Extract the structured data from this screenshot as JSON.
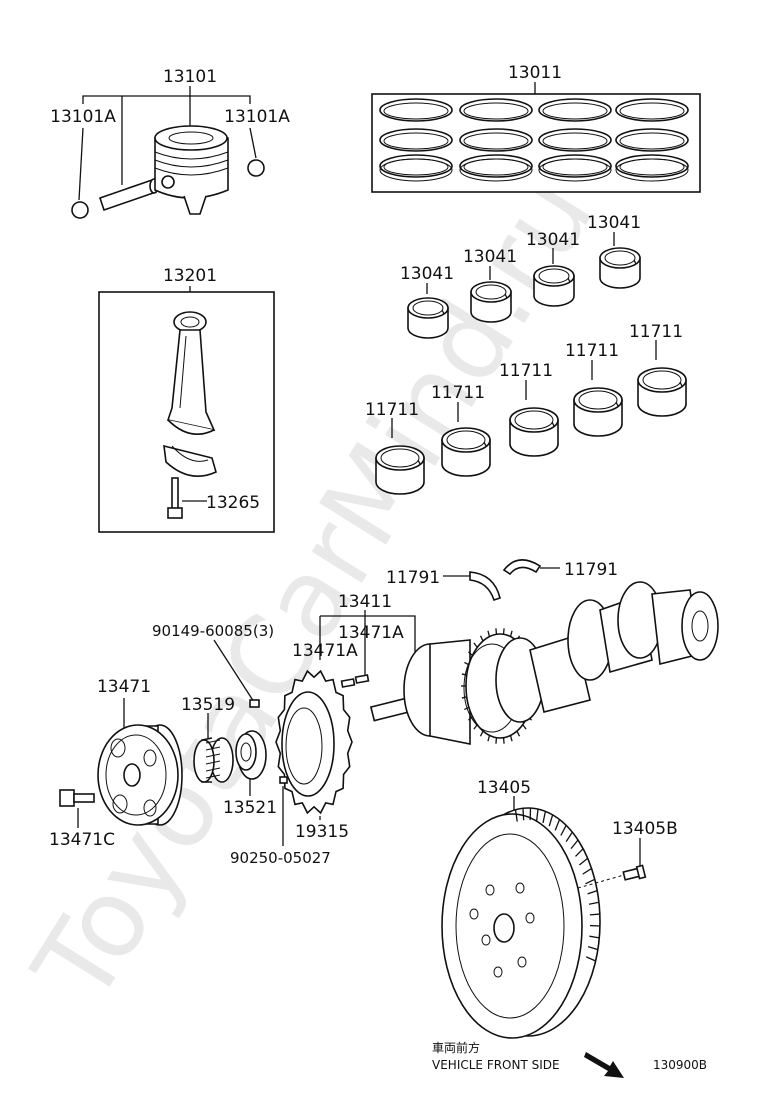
{
  "watermark": "ToyotaCarMind.ru",
  "labels": {
    "piston": "13101",
    "snap_ring_left": "13101A",
    "snap_ring_right": "13101A",
    "piston_rings": "13011",
    "conrod": "13201",
    "conrod_bolt": "13265",
    "conrod_bearing_1": "13041",
    "conrod_bearing_2": "13041",
    "conrod_bearing_3": "13041",
    "conrod_bearing_4": "13041",
    "main_bearing_1": "11711",
    "main_bearing_2": "11711",
    "main_bearing_3": "11711",
    "main_bearing_4": "11711",
    "main_bearing_5": "11711",
    "thrust_washer_left": "11791",
    "thrust_washer_right": "11791",
    "crankshaft": "13411",
    "key_1": "13471A",
    "key_2": "13471A",
    "pin_screw": "90149-60085(3)",
    "pulley": "13471",
    "pulley_bolt": "13471C",
    "gear_13519": "13519",
    "gear_13521": "13521",
    "sprocket": "19315",
    "pin_90250": "90250-05027",
    "flywheel": "13405",
    "flywheel_bolt": "13405B"
  },
  "footer": {
    "japanese": "車両前方",
    "vehicle_front": "VEHICLE FRONT SIDE",
    "diagram_code": "130900B"
  }
}
